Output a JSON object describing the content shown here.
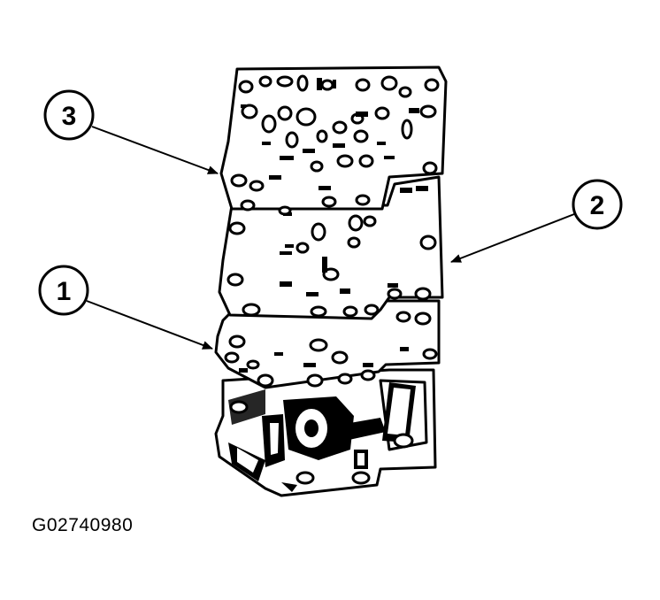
{
  "callouts": [
    {
      "id": "3",
      "label": "3"
    },
    {
      "id": "2",
      "label": "2"
    },
    {
      "id": "1",
      "label": "1"
    }
  ],
  "figure_id": "G02740980"
}
